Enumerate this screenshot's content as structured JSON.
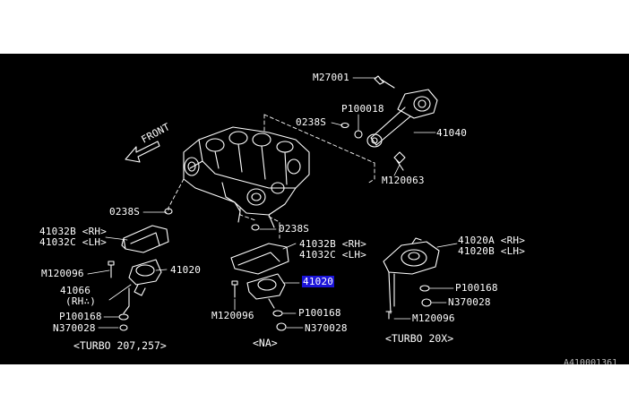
{
  "diagram": {
    "background": "#000000",
    "line_color": "#ffffff",
    "highlight_color": "#1b14d8",
    "front_label": "FRONT",
    "figure_id": "A410001361",
    "labels": {
      "m27001": "M27001",
      "p100018": "P100018",
      "s0238_top": "0238S",
      "p41040": "41040",
      "m120063": "M120063",
      "s0238_left": "0238S",
      "b41032_rh_left": "41032B <RH>",
      "c41032_lh_left": "41032C <LH>",
      "m120096_left": "M120096",
      "p41020_left": "41020",
      "p41066": "41066",
      "rh_note": "(RH∴)",
      "p100168_left": "P100168",
      "n370028_left": "N370028",
      "s0238_mid": "0238S",
      "b41032_rh_mid": "41032B <RH>",
      "c41032_lh_mid": "41032C <LH>",
      "p41020_mid": "41020",
      "m120096_mid": "M120096",
      "p100168_mid": "P100168",
      "n370028_mid": "N370028",
      "a41020_rh": "41020A <RH>",
      "b41020_lh": "41020B <LH>",
      "p100168_right": "P100168",
      "n370028_right": "N370028",
      "m120096_right": "M120096"
    },
    "captions": {
      "turbo_207": "<TURBO 207,257>",
      "na": "<NA>",
      "turbo_20x": "<TURBO 20X>"
    }
  }
}
